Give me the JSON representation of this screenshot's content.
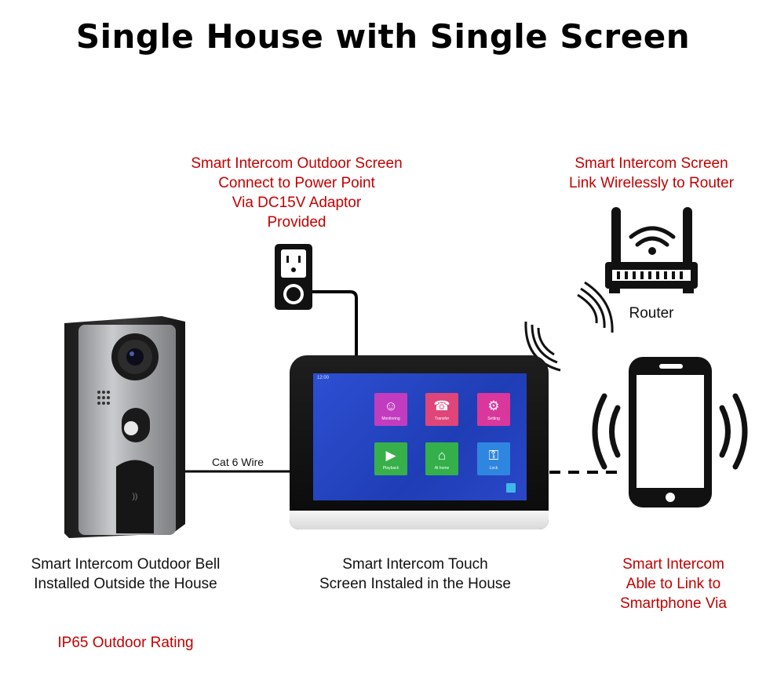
{
  "title": "Single House with Single Screen",
  "labels": {
    "outdoor_screen": [
      "Smart Intercom Outdoor Screen",
      "Connect to Power Point",
      "Via DC15V Adaptor",
      "Provided"
    ],
    "wireless": [
      "Smart Intercom Screen",
      "Link Wirelessly to Router"
    ],
    "router": "Router",
    "bell": [
      "Smart Intercom Outdoor Bell",
      "Installed Outside the House"
    ],
    "touch": [
      "Smart Intercom Touch",
      "Screen Instaled in the House"
    ],
    "smartphone": [
      "Smart Intercom",
      "Able to Link to",
      "Smartphone Via"
    ],
    "ip65": "IP65 Outdoor Rating",
    "cat6": "Cat 6 Wire"
  },
  "screen": {
    "time": "12:00",
    "tiles": [
      {
        "label": "Monitoring",
        "icon": "person-icon",
        "glyph": "☺",
        "color": "#c23cc0"
      },
      {
        "label": "Transfer",
        "icon": "phone-icon",
        "glyph": "☎",
        "color": "#e0457a"
      },
      {
        "label": "Setting",
        "icon": "gear-icon",
        "glyph": "⚙",
        "color": "#d9379b"
      },
      {
        "label": "Playback",
        "icon": "play-icon",
        "glyph": "▶",
        "color": "#37b04a"
      },
      {
        "label": "At home",
        "icon": "home-icon",
        "glyph": "⌂",
        "color": "#33b04a"
      },
      {
        "label": "Lock",
        "icon": "lock-icon",
        "glyph": "⚿",
        "color": "#2f86e0"
      }
    ]
  },
  "colors": {
    "accent_red": "#c40000",
    "device_black": "#111111"
  }
}
